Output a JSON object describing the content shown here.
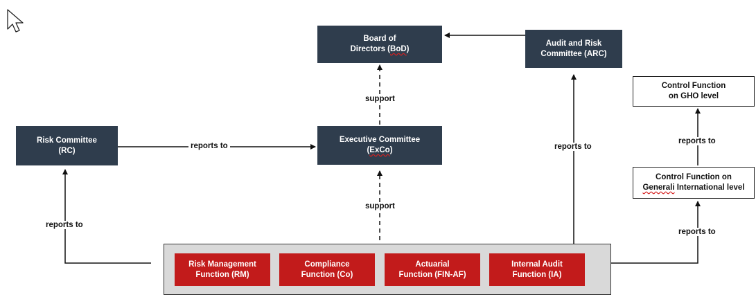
{
  "nodes": {
    "bod": {
      "line1": "Board of",
      "line2_pre": "Directors (",
      "line2_abbr": "BoD",
      "line2_post": ")"
    },
    "arc": {
      "line1": "Audit and Risk",
      "line2": "Committee (ARC)"
    },
    "rc": {
      "line1": "Risk Committee",
      "line2": "(RC)"
    },
    "exco": {
      "line1": "Executive Committee",
      "line2_pre": "(",
      "line2_abbr": "ExCo",
      "line2_post": ")"
    },
    "gho": {
      "line1": "Control Function",
      "line2": "on GHO level"
    },
    "gi": {
      "line1": "Control Function on",
      "line2_abbr": "Generali",
      "line2_post": " International level"
    }
  },
  "functions": [
    {
      "line1": "Risk Management",
      "line2": "Function (RM)"
    },
    {
      "line1": "Compliance",
      "line2": "Function (Co)"
    },
    {
      "line1": "Actuarial",
      "line2": "Function (FIN-AF)"
    },
    {
      "line1": "Internal Audit",
      "line2": "Function (IA)"
    }
  ],
  "edge_labels": {
    "rc_to_exco": "reports to",
    "support_top": "support",
    "support_bottom": "support",
    "to_arc": "reports to",
    "to_rc": "reports to",
    "gi_to_gho": "reports to",
    "to_gi": "reports to"
  },
  "colors": {
    "dark_box": "#2f3d4d",
    "function_red": "#c21b1b",
    "group_fill": "#d9d9d9"
  },
  "icons": [
    "mouse-cursor-icon"
  ]
}
